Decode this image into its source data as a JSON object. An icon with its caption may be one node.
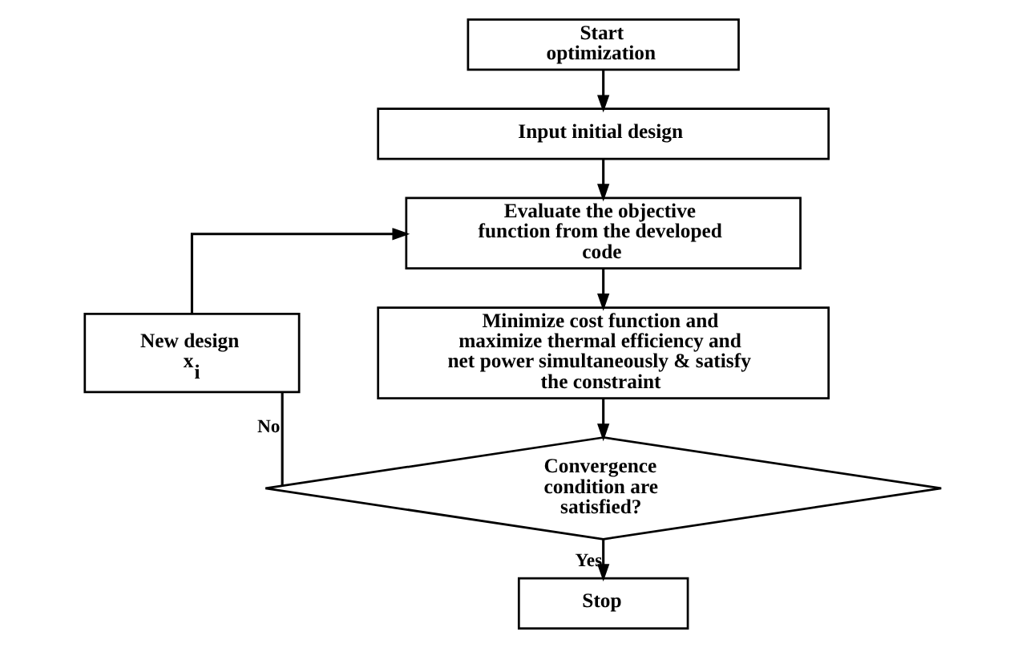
{
  "diagram": {
    "nodes": [
      {
        "text": [
          "Start optimization"
        ]
      },
      {
        "text": [
          "Input initial design"
        ]
      },
      {
        "text": [
          "Evaluate the objective function from the developed code"
        ]
      },
      {
        "text": [
          "Minimize cost function and maximize thermal efficiency and net power simultaneously & satisfy the constraint"
        ]
      },
      {
        "text": [
          "Convergence condition are satisfied?"
        ]
      },
      {
        "text": [
          "Stop"
        ]
      },
      {
        "text": [
          "New design x$_{i}$"
        ]
      }
    ],
    "edges": [
      {
        "from": 0,
        "to": 1,
        "arrow": "to"
      },
      {
        "from": 1,
        "to": 2,
        "arrow": "to"
      },
      {
        "from": 2,
        "to": 3,
        "arrow": "to"
      },
      {
        "from": 3,
        "to": 4,
        "arrow": "to"
      },
      {
        "from": 4,
        "to": 5,
        "arrow": "to",
        "label": "Yes"
      },
      {
        "from": 4,
        "to": 6,
        "arrow": "none",
        "label": "No"
      },
      {
        "from": 6,
        "to": 2,
        "arrow": "to"
      }
    ]
  }
}
